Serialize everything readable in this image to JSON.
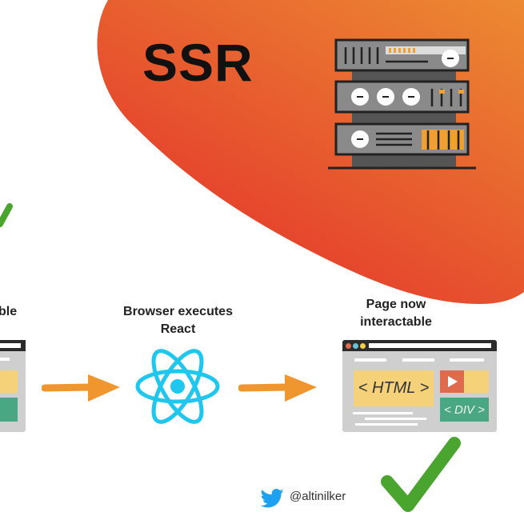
{
  "heading": "SSR",
  "steps": [
    {
      "caption_partial": "ble"
    },
    {
      "caption_line1": "Browser executes",
      "caption_line2": "React"
    },
    {
      "caption_line1": "Page now",
      "caption_line2": "interactable"
    }
  ],
  "browser_mock": {
    "main_label": "< HTML >",
    "side_label": "< DIV >"
  },
  "twitter_handle": "@altinilker",
  "colors": {
    "blob_top": "#ec8a32",
    "blob_bottom": "#e3302b",
    "arrow": "#f0962e",
    "react": "#1fc6ee",
    "check": "#4aa52e"
  }
}
